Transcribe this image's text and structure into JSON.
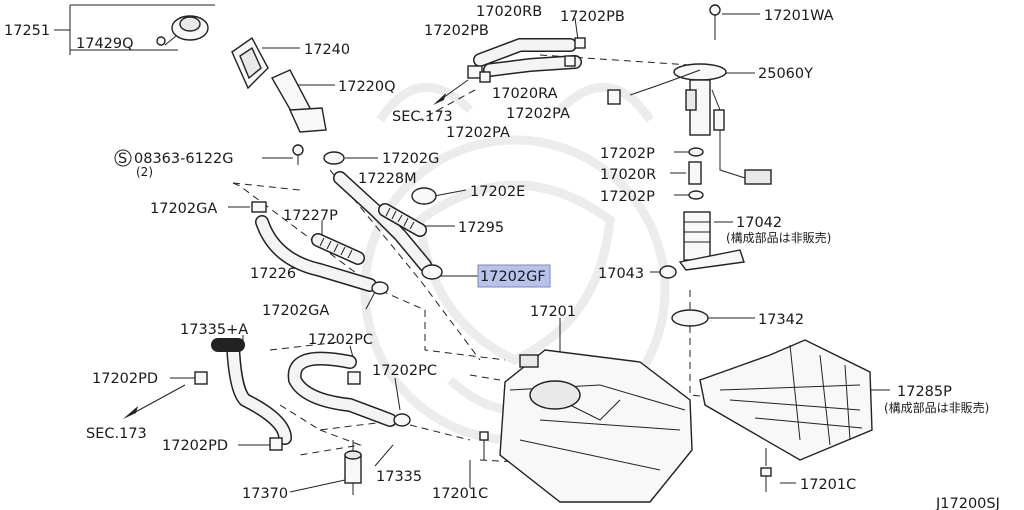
{
  "diagram": {
    "labels": {
      "p17251": "17251",
      "p17429q": "17429Q",
      "p17240": "17240",
      "p17220q": "17220Q",
      "p08363": "08363-6122G",
      "p08363_qty": "(2)",
      "p17202g": "17202G",
      "p17228m": "17228M",
      "p17202e": "17202E",
      "p17202ga_top": "17202GA",
      "p17227p": "17227P",
      "p17295": "17295",
      "p17226": "17226",
      "p17202gf": "17202GF",
      "p17202ga_bot": "17202GA",
      "p17020rb": "17020RB",
      "p17202pb_a": "17202PB",
      "p17202pb_b": "17202PB",
      "p17201wa": "17201WA",
      "p25060y": "25060Y",
      "p17020ra": "17020RA",
      "p17202pa_a": "17202PA",
      "p17202pa_b": "17202PA",
      "sec173_top": "SEC.173",
      "p17202p_a": "17202P",
      "p17020r": "17020R",
      "p17202p_b": "17202P",
      "p17042": "17042",
      "p17042_note": "(構成部品は非販売)",
      "p17043": "17043",
      "p17201": "17201",
      "p17342": "17342",
      "p17335a": "17335+A",
      "p17202pc_a": "17202PC",
      "p17202pc_b": "17202PC",
      "p17202pd_a": "17202PD",
      "p17202pd_b": "17202PD",
      "sec173_bot": "SEC.173",
      "p17285p": "17285P",
      "p17285p_note": "(構成部品は非販売)",
      "p17370": "17370",
      "p17335": "17335",
      "p17201c_a": "17201C",
      "p17201c_b": "17201C",
      "ref_code": "J17200SJ"
    },
    "screw_symbol": "S",
    "highlighted_part": "17202GF",
    "highlight_color": "#b9c2e8"
  }
}
